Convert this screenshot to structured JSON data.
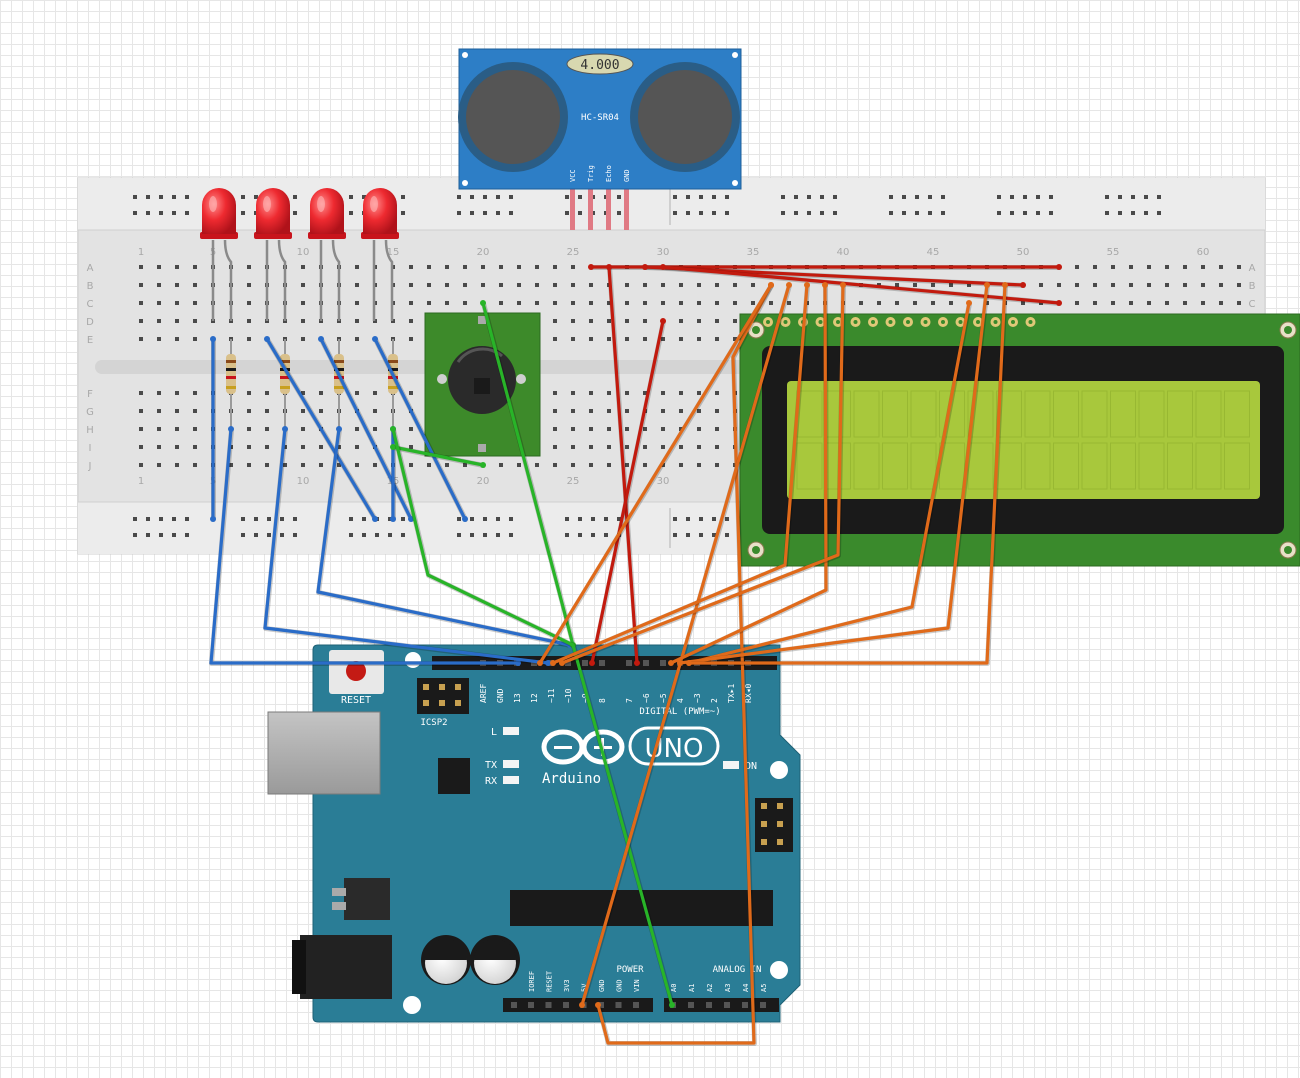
{
  "sensor": {
    "display_value": "4.000",
    "model": "HC-SR04",
    "pins": [
      "VCC",
      "Trig",
      "Echo",
      "GND"
    ]
  },
  "breadboard": {
    "column_labels": [
      "1",
      "5",
      "10",
      "15",
      "20",
      "25",
      "30",
      "35",
      "40",
      "45",
      "50",
      "55",
      "60"
    ],
    "rows_top": [
      "A",
      "B",
      "C",
      "D",
      "E"
    ],
    "rows_bottom": [
      "F",
      "G",
      "H",
      "I",
      "J"
    ]
  },
  "arduino": {
    "reset_label": "RESET",
    "icsp_label": "ICSP2",
    "digital_pins": [
      "AREF",
      "GND",
      "13",
      "12",
      "~11",
      "~10",
      "~9",
      "8",
      "7",
      "~6",
      "~5",
      "4",
      "~3",
      "2",
      "TX▸1",
      "RX◂0"
    ],
    "digital_label": "DIGITAL (PWM=~)",
    "l_label": "L",
    "tx_label": "TX",
    "rx_label": "RX",
    "on_label": "ON",
    "uno_label": "UNO",
    "brand_label": "Arduino",
    "power_label": "POWER",
    "power_pins": [
      "IOREF",
      "RESET",
      "3V3",
      "5V",
      "GND",
      "GND",
      "VIN"
    ],
    "analog_label": "ANALOG IN",
    "analog_pins": [
      "A0",
      "A1",
      "A2",
      "A3",
      "A4",
      "A5"
    ]
  },
  "colors": {
    "wire_blue": "#2a6cc8",
    "wire_green": "#28b428",
    "wire_red": "#c21a0e",
    "wire_orange": "#e06a1a",
    "board_teal": "#2a7d96",
    "lcd_pcb": "#3a8a2c",
    "lcd_screen": "#a8c83c",
    "sensor_blue": "#2d7ec6",
    "led_red": "#e8202a"
  }
}
